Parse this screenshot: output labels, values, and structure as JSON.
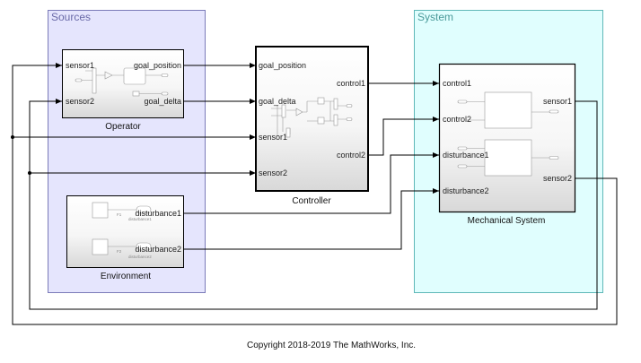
{
  "areas": {
    "sources": {
      "title": "Sources",
      "fill": "#e5e5fd",
      "border": "#7a7ab8"
    },
    "system": {
      "title": "System",
      "fill": "#e0fefe",
      "border": "#5fb8b8"
    }
  },
  "blocks": {
    "operator": {
      "name": "Operator",
      "inputs": [
        "sensor1",
        "sensor2"
      ],
      "outputs": [
        "goal_position",
        "goal_delta"
      ]
    },
    "controller": {
      "name": "Controller",
      "inputs": [
        "goal_position",
        "goal_delta",
        "sensor1",
        "sensor2"
      ],
      "outputs": [
        "control1",
        "control2"
      ]
    },
    "mechanical": {
      "name": "Mechanical System",
      "inputs": [
        "control1",
        "control2",
        "disturbance1",
        "disturbance2"
      ],
      "outputs": [
        "sensor1",
        "sensor2"
      ]
    },
    "environment": {
      "name": "Environment",
      "outputs": [
        "disturbance1",
        "disturbance2"
      ],
      "inner_labels": [
        "F1",
        "F2"
      ],
      "inner_outports": [
        "disturbance1",
        "disturbance2"
      ]
    }
  },
  "footer": {
    "copyright": "Copyright 2018-2019 The MathWorks, Inc."
  }
}
